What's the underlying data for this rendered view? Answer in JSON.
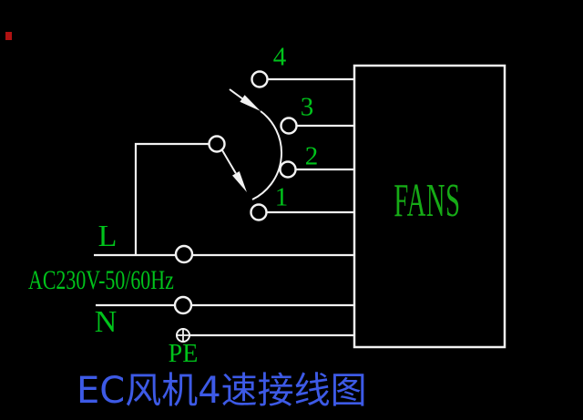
{
  "diagram": {
    "title": "EC风机4速接线图",
    "fan_box_label": "FANS",
    "speeds": [
      "4",
      "3",
      "2",
      "1"
    ],
    "power": {
      "live": "L",
      "neutral": "N",
      "earth": "PE",
      "supply": "AC230V-50/60Hz"
    },
    "colors": {
      "background": "#000000",
      "wire": "#f2f2f2",
      "label_green": "#00c31b",
      "fans_green": "#16ab16",
      "title_blue": "#3d5ae6",
      "marker_red": "#b01212"
    }
  }
}
